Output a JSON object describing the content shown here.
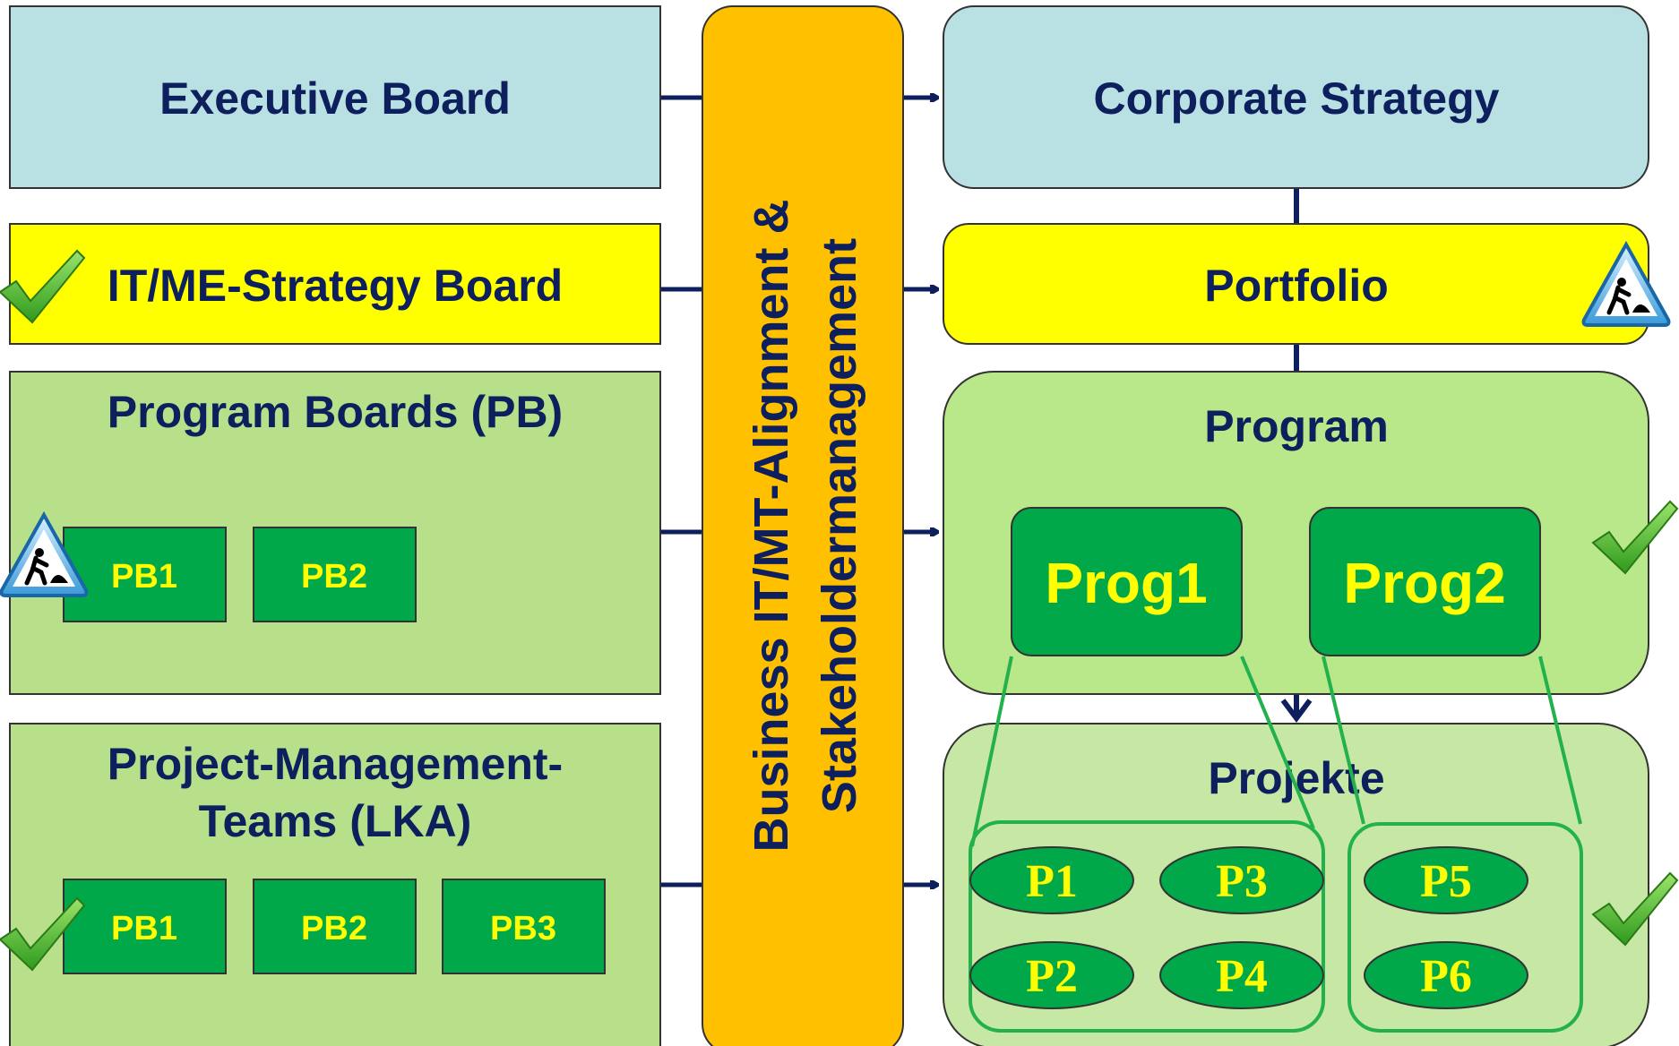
{
  "left": {
    "executive_board": "Executive Board",
    "strategy_board": "IT/ME-Strategy Board",
    "program_boards": {
      "title": "Program Boards (PB)",
      "items": [
        "PB1",
        "PB2"
      ]
    },
    "pm_teams": {
      "title_line1": "Project-Management-",
      "title_line2": "Teams (LKA)",
      "items": [
        "PB1",
        "PB2",
        "PB3"
      ]
    }
  },
  "center": {
    "line1": "Business IT/MT-Alignment &",
    "line2": "Stakeholdermanagement"
  },
  "right": {
    "corporate_strategy": "Corporate Strategy",
    "portfolio": "Portfolio",
    "program": {
      "title": "Program",
      "items": [
        "Prog1",
        "Prog2"
      ]
    },
    "projekte": {
      "title": "Projekte",
      "group1": [
        "P1",
        "P3",
        "P2",
        "P4"
      ],
      "group2": [
        "P5",
        "P6"
      ]
    }
  },
  "icons": {
    "done": "checkmark-icon",
    "in_progress": "construction-warning-icon"
  },
  "colors": {
    "light_blue": "#b9e0e3",
    "yellow": "#ffff00",
    "light_green": "#b8e08a",
    "green": "#00a84a",
    "orange": "#ffc000",
    "navy": "#0d1f5c"
  }
}
